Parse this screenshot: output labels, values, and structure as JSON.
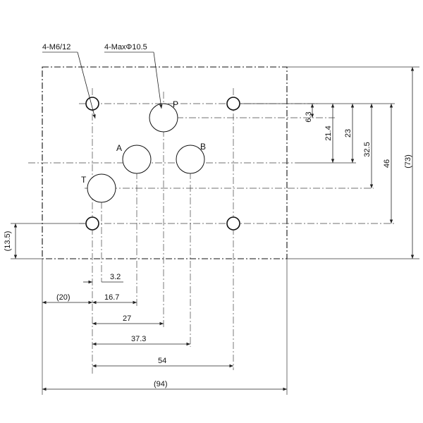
{
  "callouts": {
    "thread": "4-M6/12",
    "port_hole": "4-MaxΦ10.5"
  },
  "ports": {
    "P": "P",
    "A": "A",
    "B": "B",
    "T": "T"
  },
  "right_dims": {
    "d1": "6.3",
    "d2": "21.4",
    "d3": "23",
    "d4": "32.5",
    "d5": "46",
    "d6": "(73)"
  },
  "left_dim": "(13.5)",
  "bottom_dims": {
    "d1": "3.2",
    "d2": "(20)",
    "d3": "16.7",
    "d4": "27",
    "d5": "37.3",
    "d6": "54",
    "d7": "(94)"
  }
}
